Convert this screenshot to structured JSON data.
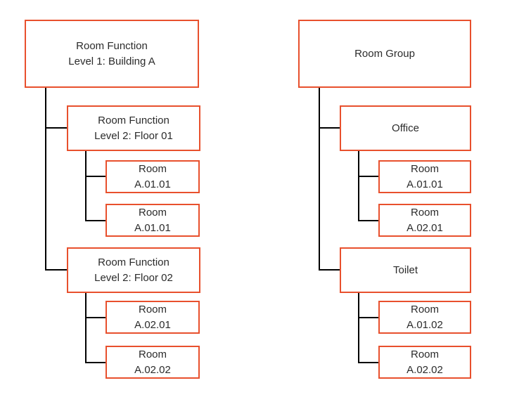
{
  "diagram": {
    "accent_color": "#E8502D",
    "line_color": "#000000",
    "trees": [
      {
        "name": "room-function-tree",
        "root": {
          "lines": [
            "Room Function",
            "Level 1: Building A"
          ]
        },
        "groups": [
          {
            "label": {
              "lines": [
                "Room Function",
                "Level 2: Floor 01"
              ]
            },
            "rooms": [
              {
                "lines": [
                  "Room",
                  "A.01.01"
                ]
              },
              {
                "lines": [
                  "Room",
                  "A.01.01"
                ]
              }
            ]
          },
          {
            "label": {
              "lines": [
                "Room Function",
                "Level 2: Floor 02"
              ]
            },
            "rooms": [
              {
                "lines": [
                  "Room",
                  "A.02.01"
                ]
              },
              {
                "lines": [
                  "Room",
                  "A.02.02"
                ]
              }
            ]
          }
        ]
      },
      {
        "name": "room-group-tree",
        "root": {
          "lines": [
            "Room Group"
          ]
        },
        "groups": [
          {
            "label": {
              "lines": [
                "Office"
              ]
            },
            "rooms": [
              {
                "lines": [
                  "Room",
                  "A.01.01"
                ]
              },
              {
                "lines": [
                  "Room",
                  "A.02.01"
                ]
              }
            ]
          },
          {
            "label": {
              "lines": [
                "Toilet"
              ]
            },
            "rooms": [
              {
                "lines": [
                  "Room",
                  "A.01.02"
                ]
              },
              {
                "lines": [
                  "Room",
                  "A.02.02"
                ]
              }
            ]
          }
        ]
      }
    ]
  }
}
